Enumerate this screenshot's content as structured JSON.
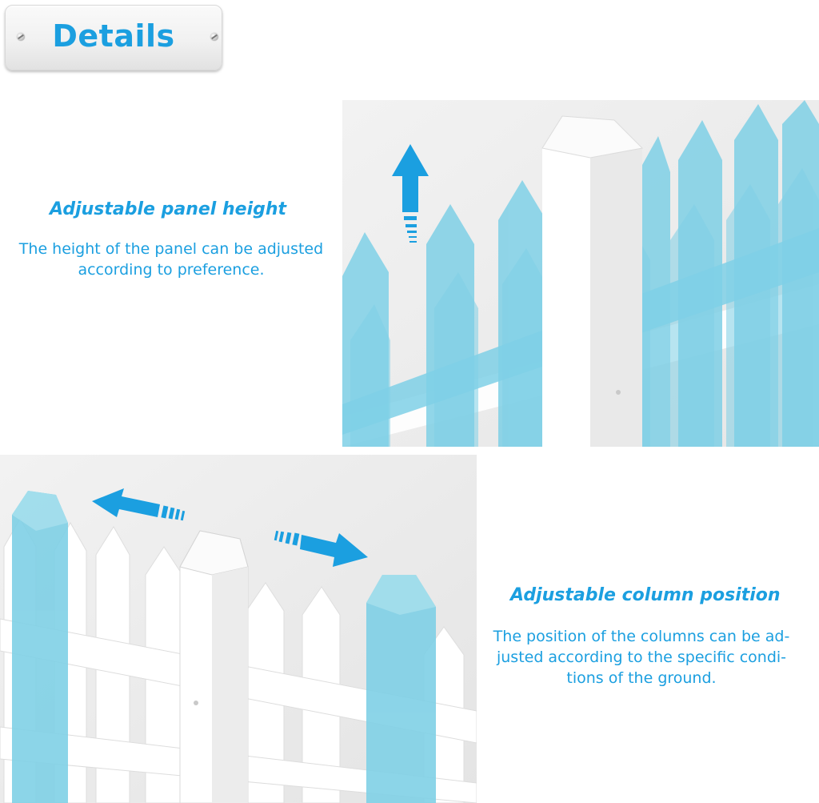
{
  "header": {
    "title": "Details"
  },
  "features": [
    {
      "title": "Adjustable panel height",
      "desc_lines": [
        "The height of the panel can be adjusted",
        "according to preference."
      ]
    },
    {
      "title": "Adjustable column position",
      "desc_lines": [
        "The position of the columns can be ad-",
        "justed according to the specific condi-",
        "tions of the ground."
      ]
    }
  ],
  "colors": {
    "accent": "#1b9fe0",
    "highlight": "#7fd0e6",
    "picket": "#ffffff",
    "backdrop": "#eeeeee"
  },
  "icons": [
    "up-arrow-icon",
    "left-arrow-icon",
    "right-arrow-icon"
  ]
}
